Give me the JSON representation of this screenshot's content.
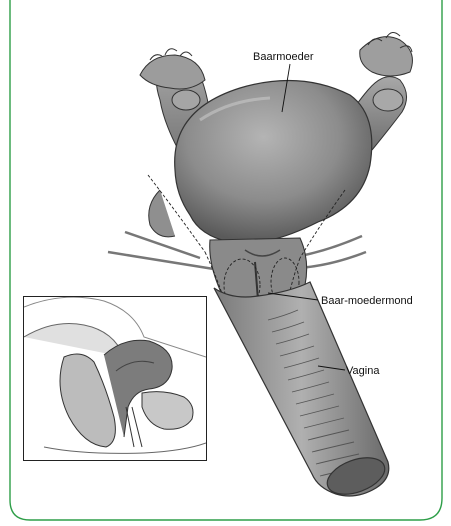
{
  "labels": {
    "uterus": "Baarmoeder",
    "cervix": "Baar-moedermond",
    "vagina": "Vagina"
  },
  "colors": {
    "frame": "#2e9e48",
    "organ_dark": "#6e6e6e",
    "organ_mid": "#9a9a9a",
    "organ_light": "#c9c9c9",
    "outline": "#333333"
  }
}
